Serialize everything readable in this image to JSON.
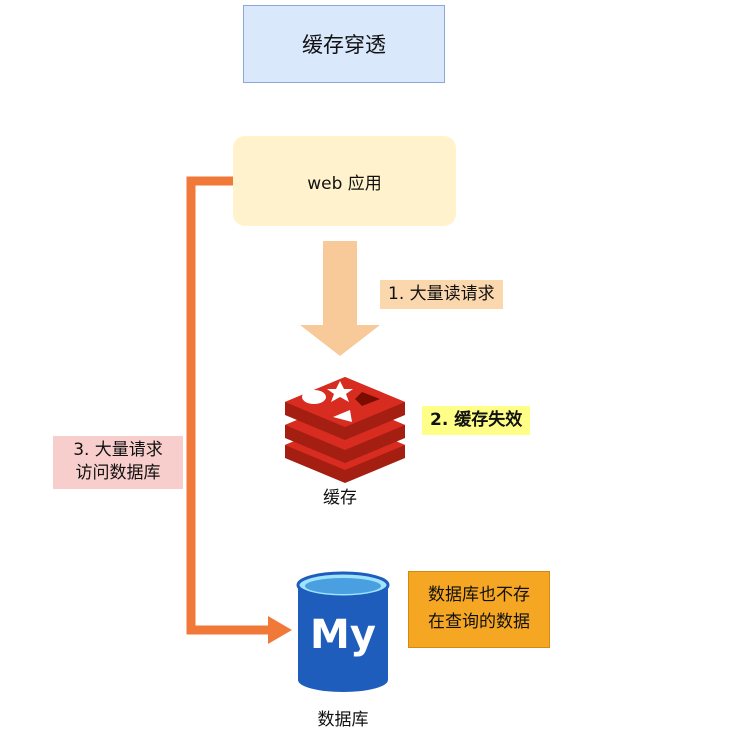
{
  "title": "缓存穿透",
  "web_app": {
    "label": "web 应用"
  },
  "arrows": {
    "read_label": "1. 大量读请求",
    "db_label_line1": "3. 大量请求",
    "db_label_line2": "访问数据库"
  },
  "cache": {
    "status_label": "2. 缓存失效",
    "caption": "缓存",
    "icon": "redis-icon"
  },
  "database": {
    "caption": "数据库",
    "icon": "mysql-icon",
    "logo_text": "My",
    "note_line1": "数据库也不存",
    "note_line2": "在查询的数据"
  },
  "colors": {
    "title_bg": "#dae8fc",
    "web_bg": "#fff2cc",
    "read_arrow": "#f8c999",
    "db_arrow": "#f0793a",
    "redis_red": "#c6302b",
    "mysql_blue": "#1f5dbd",
    "miss_highlight": "#ffff88",
    "db_label_bg": "#f8cecc",
    "note_bg": "#f5a623"
  }
}
